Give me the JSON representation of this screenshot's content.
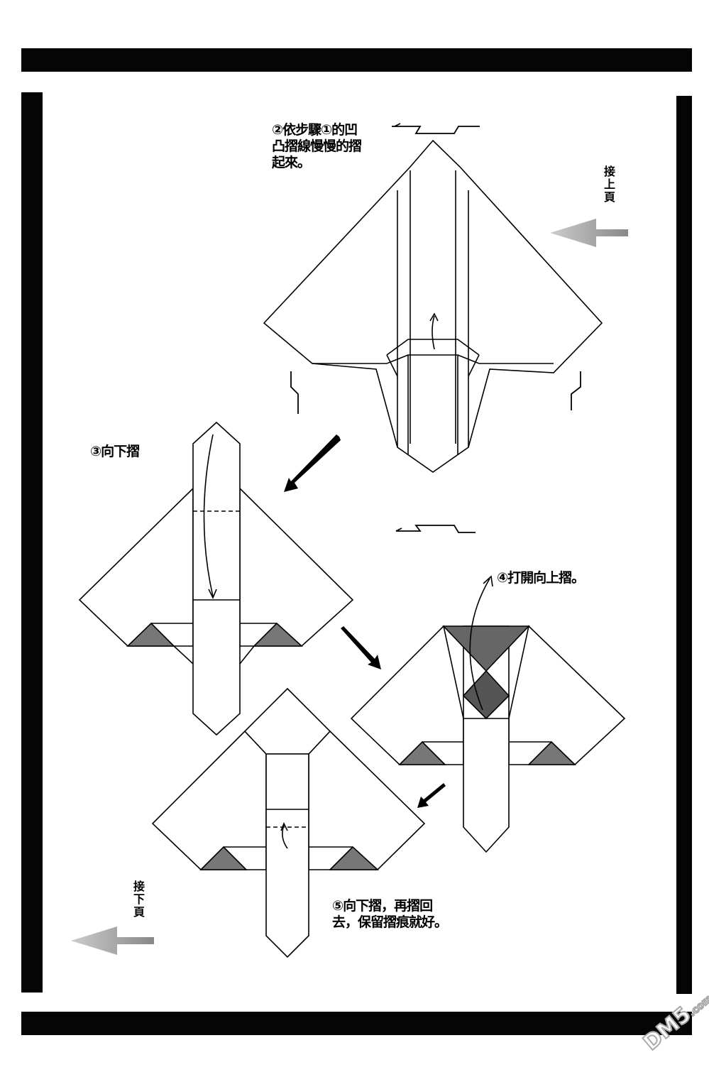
{
  "steps": {
    "step2": {
      "line1": "②依步驟①的凹",
      "line2": "凸摺線慢慢的摺",
      "line3": "起來。"
    },
    "step3": {
      "text": "③向下摺"
    },
    "step4": {
      "text": "④打開向上摺。"
    },
    "step5": {
      "line1": "⑤向下摺，再摺回",
      "line2": "去，保留摺痕就好。"
    }
  },
  "nav": {
    "continued_from": [
      "接",
      "上",
      "頁"
    ],
    "continued_to": [
      "接",
      "下",
      "頁"
    ]
  },
  "watermark": {
    "text": "DM5",
    "suffix": ".com"
  },
  "colors": {
    "ink": "#000000",
    "shade": "#777777",
    "arrow_gray": "#999999"
  }
}
